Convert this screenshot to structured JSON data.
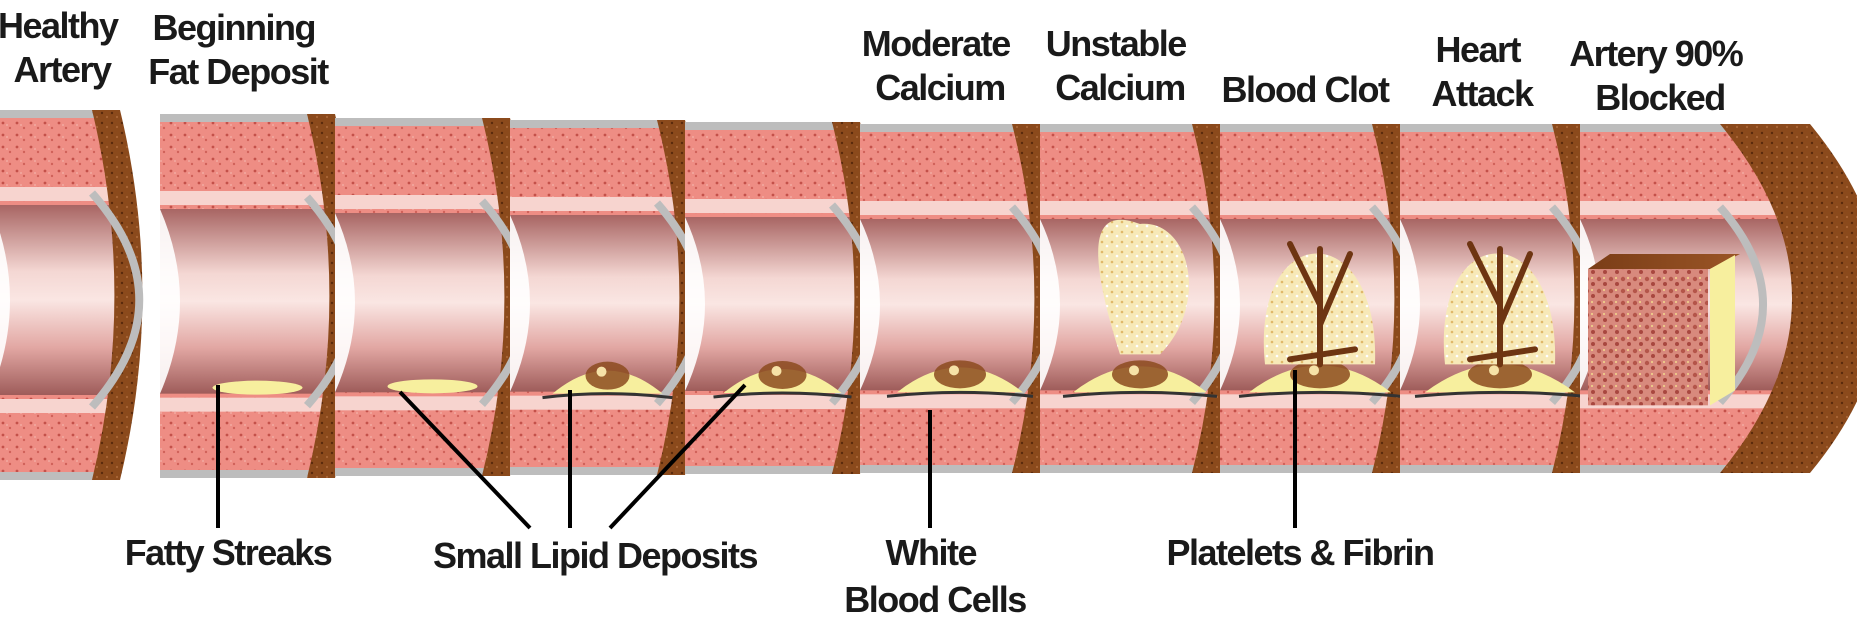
{
  "stage_labels": [
    {
      "line1": "Healthy",
      "line2": "Artery"
    },
    {
      "line1": "Beginning",
      "line2": "Fat Deposit"
    },
    {
      "line1": "Moderate",
      "line2": "Calcium"
    },
    {
      "line1": "Unstable",
      "line2": "Calcium"
    },
    {
      "line1": "Blood Clot",
      "line2": ""
    },
    {
      "line1": "Heart",
      "line2": "Attack"
    },
    {
      "line1": "Artery 90%",
      "line2": "Blocked"
    }
  ],
  "callouts": [
    {
      "line1": "Fatty Streaks",
      "line2": ""
    },
    {
      "line1": "Small Lipid Deposits",
      "line2": ""
    },
    {
      "line1": "White",
      "line2": "Blood Cells"
    },
    {
      "line1": "Platelets & Fibrin",
      "line2": ""
    }
  ],
  "colors": {
    "wall_pink": "#ef8f86",
    "wall_dots": "#c7574f",
    "lining": "#f7d4cf",
    "gray_edge": "#bdbdbd",
    "outer_brown": "#8a4a1d",
    "lumen_light": "#f4d2cf",
    "lumen_dark": "#b06e6c",
    "fat_yellow": "#f7ef9e",
    "plaque_brown": "#8c4b1e",
    "calcium_cream": "#f6e2a7"
  }
}
